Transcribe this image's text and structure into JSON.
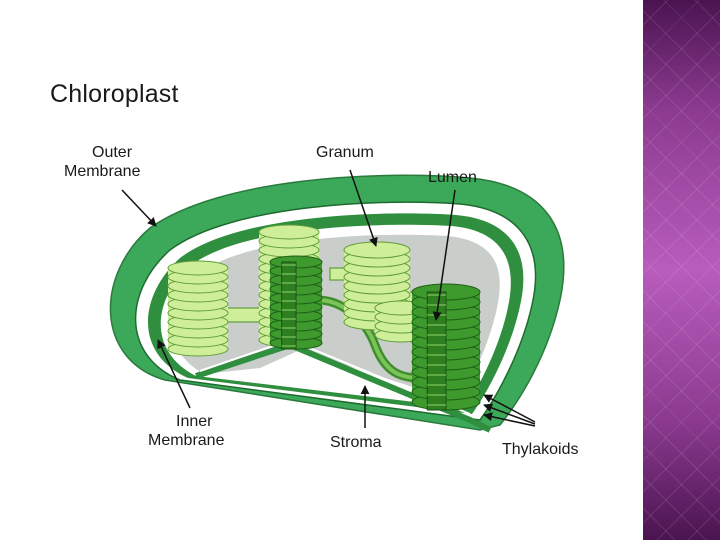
{
  "title": "Chloroplast",
  "labels": {
    "outer_membrane": [
      "Outer",
      "Membrane"
    ],
    "inner_membrane": [
      "Inner",
      "Membrane"
    ],
    "granum": "Granum",
    "lumen": "Lumen",
    "stroma": "Stroma",
    "thylakoids": "Thylakoids"
  },
  "colors": {
    "outer_membrane": "#3ca85a",
    "membrane_dark": "#2f8f3e",
    "stroma": "#c9cecb",
    "thylakoid_light": "#cfee9a",
    "thylakoid_dark": "#3e9a2c",
    "side_band": "#8b3a8f"
  }
}
